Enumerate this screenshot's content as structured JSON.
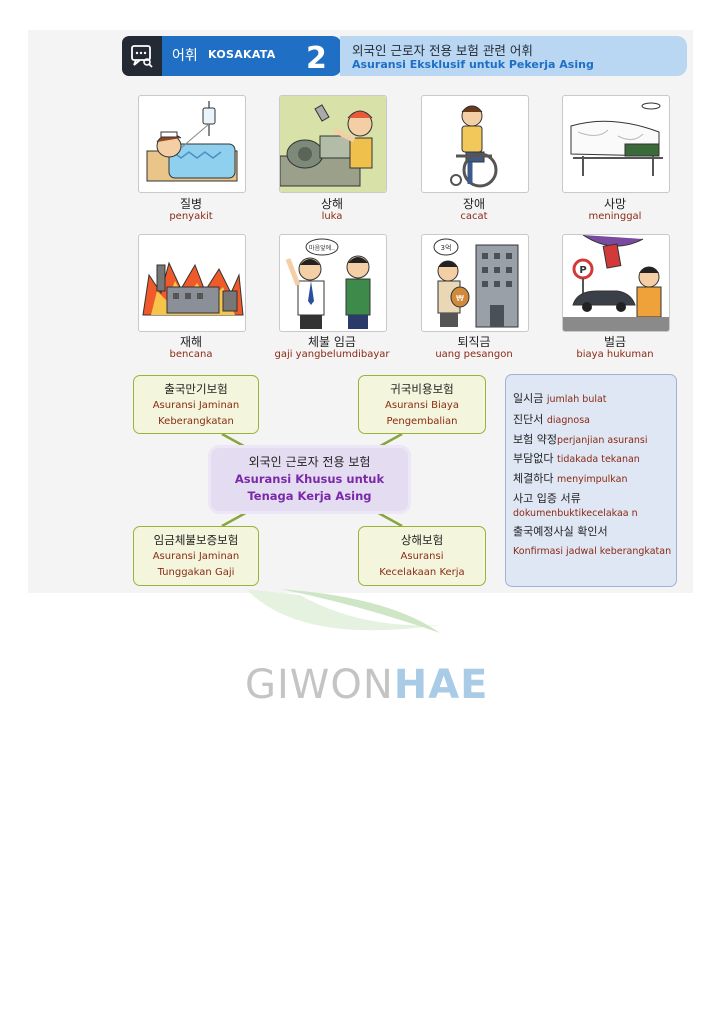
{
  "header": {
    "ko_label": "어휘",
    "id_label": "KOSAKATA",
    "number": "2",
    "title_ko": "외국인 근로자 전용 보험 관련 어휘",
    "title_id": "Asuransi Eksklusif untuk Pekerja Asing"
  },
  "vocab": [
    {
      "ko": "질병",
      "id": "penyakit"
    },
    {
      "ko": "상해",
      "id": "luka"
    },
    {
      "ko": "장애",
      "id": "cacat"
    },
    {
      "ko": "사망",
      "id": "meninggal"
    },
    {
      "ko": "재해",
      "id": "bencana"
    },
    {
      "ko": "체불 임금",
      "id": "gaji yangbelumdibayar"
    },
    {
      "ko": "퇴직금",
      "id": "uang pesangon"
    },
    {
      "ko": "벌금",
      "id": "biaya hukuman"
    }
  ],
  "bubbles": {
    "talk": "마음앞에..",
    "coin": "3억",
    "bag": "₩"
  },
  "mindmap": {
    "center_ko": "외국인 근로자 전용 보험",
    "center_id_1": "Asuransi Khusus untuk",
    "center_id_2": "Tenaga Kerja Asing",
    "nodes": [
      {
        "ko": "출국만기보험",
        "id1": "Asuransi Jaminan",
        "id2": "Keberangkatan"
      },
      {
        "ko": "귀국비용보험",
        "id1": "Asuransi Biaya",
        "id2": "Pengembalian"
      },
      {
        "ko": "임금체불보증보험",
        "id1": "Asuransi Jaminan",
        "id2": "Tunggakan Gaji"
      },
      {
        "ko": "상해보험",
        "id1": "Asuransi",
        "id2": "Kecelakaan Kerja"
      }
    ]
  },
  "glossary": [
    {
      "ko": "일시금",
      "id": "jumlah bulat"
    },
    {
      "ko": "진단서",
      "id": "diagnosa"
    },
    {
      "ko": "보험 약정",
      "id": "perjanjian asuransi"
    },
    {
      "ko": "부담없다",
      "id": "tidakada tekanan"
    },
    {
      "ko": "체결하다",
      "id": "menyimpulkan"
    },
    {
      "ko": "사고 입증 서류",
      "id": "dokumenbuktikecelakaa n"
    },
    {
      "ko": "출국예정사실 확인서",
      "id": "Konfirmasi jadwal keberangkatan"
    }
  ],
  "watermark": {
    "part1": "GIWON",
    "part2": "HAE"
  },
  "colors": {
    "brand_blue": "#1f6fc5",
    "header_light": "#b9d7f2",
    "accent_red": "#8b2a14",
    "map_green": "#9ab23a",
    "center_purple": "#7a2aa8"
  }
}
